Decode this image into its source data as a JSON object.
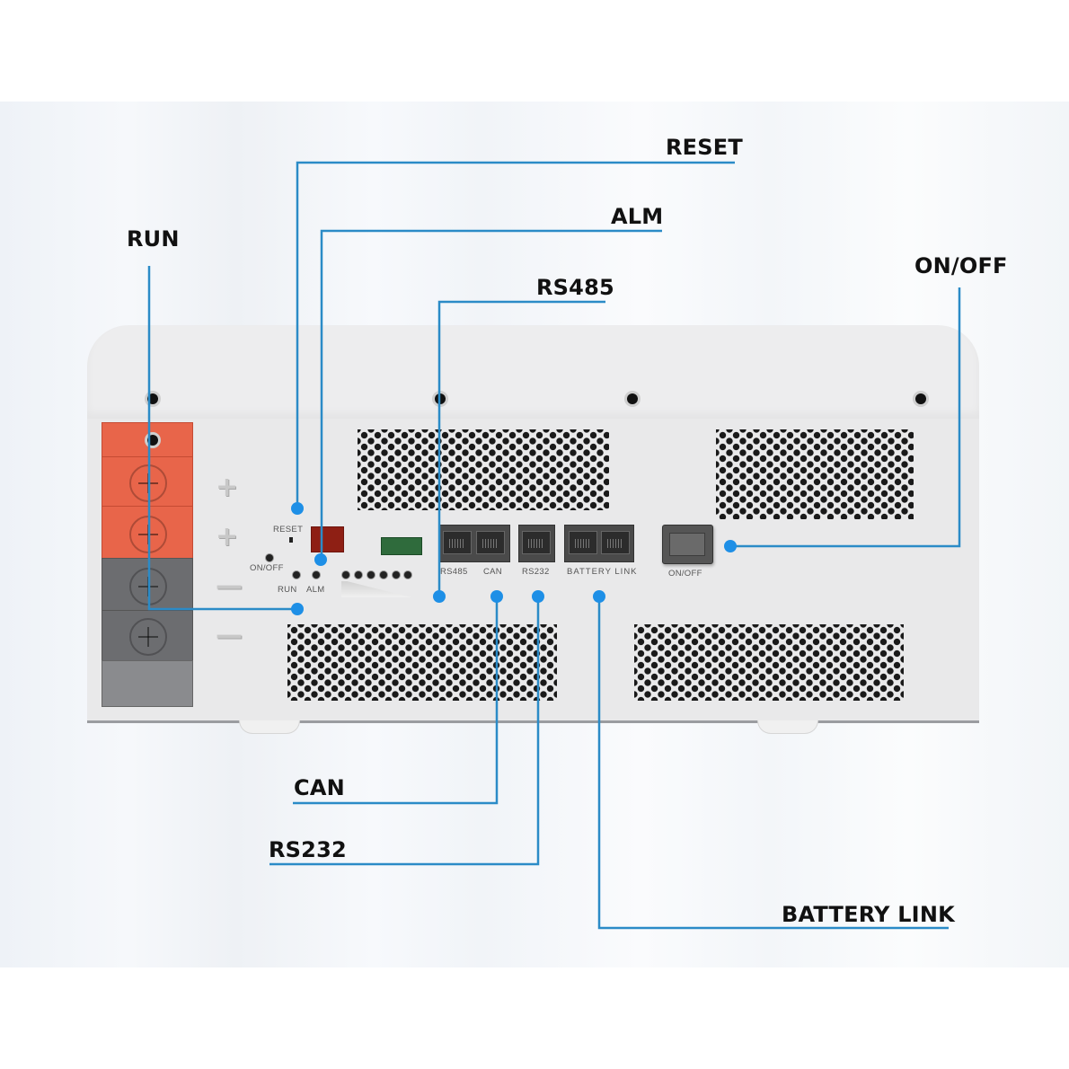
{
  "colors": {
    "callout_line": "#2b8bc7",
    "callout_line_outside": "#3b8aa0",
    "callout_dot": "#1e8fe6",
    "terminal_positive": "#e8654a",
    "terminal_negative": "#6c6d70",
    "device_panel": "#e9e9ea"
  },
  "callouts": {
    "reset": "RESET",
    "alm": "ALM",
    "rs485": "RS485",
    "run": "RUN",
    "on_off": "ON/OFF",
    "can": "CAN",
    "rs232": "RS232",
    "battery_link": "BATTERY LINK"
  },
  "panel_labels": {
    "reset": "RESET",
    "on_off": "ON/OFF",
    "run": "RUN",
    "alm": "ALM",
    "rs485": "RS485",
    "can": "CAN",
    "rs232": "RS232",
    "battery_link": "BATTERY LINK",
    "switch": "ON/OFF"
  },
  "terminal_signs": [
    "+",
    "+",
    "—",
    "—"
  ],
  "icons": {
    "terminal": "terminal-block-icon",
    "rj45": "rj45-port-icon",
    "rocker": "rocker-switch-icon",
    "led": "led-indicator-icon",
    "screw": "screw-icon"
  }
}
